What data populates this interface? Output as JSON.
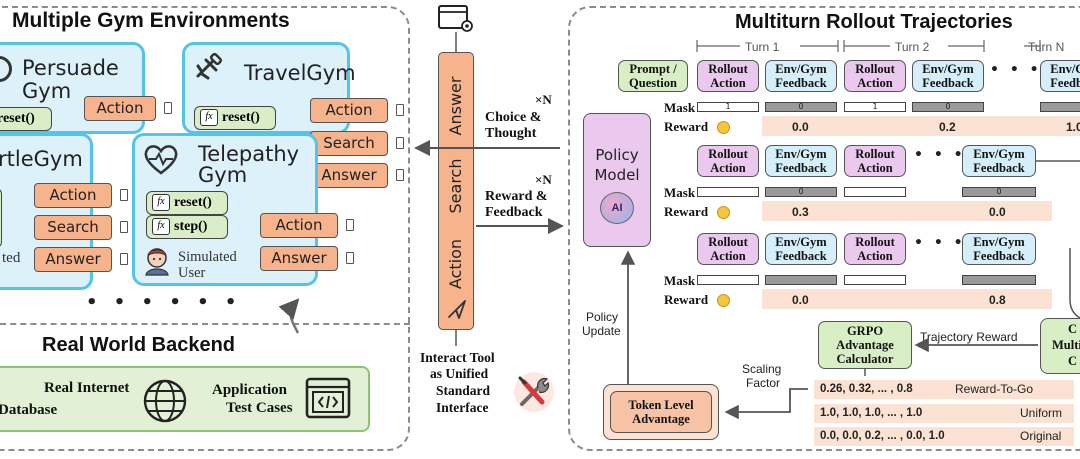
{
  "left": {
    "title": "Multiple Gym Environments",
    "gyms": {
      "persuade": {
        "name_line1": "Persuade",
        "name_line2": "Gym",
        "fn_reset": "reset()",
        "tool_action": "Action"
      },
      "travel": {
        "name": "TravelGym",
        "fn_reset": "reset()",
        "tool_action": "Action",
        "tool_search": "Search",
        "tool_answer": "Answer"
      },
      "turtle": {
        "name": "rtleGym",
        "tool_action": "Action",
        "tool_search": "Search",
        "tool_answer": "Answer",
        "partial_text": "ted"
      },
      "telepathy": {
        "name_line1": "Telepathy",
        "name_line2": "Gym",
        "fn_reset": "reset()",
        "fn_step": "step()",
        "sim_user_line1": "Simulated",
        "sim_user_line2": "User",
        "tool_action": "Action",
        "tool_answer": "Answer"
      }
    },
    "ellipsis": "• • • • • •"
  },
  "backend": {
    "title": "Real World Backend",
    "internet_line1": "Real Internet",
    "internet_line2": "Database",
    "app_line1": "Application",
    "app_line2": "Test Cases"
  },
  "middle": {
    "tool_labels": [
      "Answer",
      "Search",
      "Action"
    ],
    "choice_label_line1": "Choice &",
    "choice_label_line2": "Thought",
    "reward_label_line1": "Reward &",
    "reward_label_line2": "Feedback",
    "times_n": "×N",
    "interact_line1": "Interact Tool",
    "interact_line2": "as Unified",
    "interact_line3": "Standard",
    "interact_line4": "Interface"
  },
  "right": {
    "title": "Multiturn Rollout Trajectories",
    "turns": [
      "Turn 1",
      "Turn 2",
      "Turn N"
    ],
    "prompt_line1": "Prompt /",
    "prompt_line2": "Question",
    "rollout_line1": "Rollout",
    "rollout_line2": "Action",
    "envfb_line1": "Env/Gym",
    "envfb_line2": "Feedback",
    "mask_label": "Mask",
    "reward_label": "Reward",
    "mask_value": "1",
    "mask_zero": "0",
    "rows": [
      {
        "rewards": [
          "0.0",
          "0.2",
          "1.0"
        ]
      },
      {
        "rewards": [
          "0.3",
          "0.0"
        ]
      },
      {
        "rewards": [
          "0.0",
          "0.8"
        ]
      }
    ],
    "policy_line1": "Policy",
    "policy_line2": "Model",
    "policy_badge": "AI",
    "policy_update_line1": "Policy",
    "policy_update_line2": "Update",
    "grpo_line1": "GRPO",
    "grpo_line2": "Advantage",
    "grpo_line3": "Calculator",
    "trajectory_reward": "Trajectory Reward",
    "scaling_line1": "Scaling",
    "scaling_line2": "Factor",
    "token_line1": "Token Level",
    "token_line2": "Advantage",
    "multi_partial": [
      "C",
      "Multi",
      "C"
    ],
    "advantages": [
      {
        "values": "0.26, 0.32, ... , 0.8",
        "name": "Reward-To-Go"
      },
      {
        "values": "1.0, 1.0, 1.0, ... , 1.0",
        "name": "Uniform"
      },
      {
        "values": "0.0, 0.0, 0.2, ... , 0.0, 1.0",
        "name": "Original"
      }
    ],
    "ellipsis": "• • •"
  },
  "colors": {
    "gym_fill": "#ddf1fb",
    "gym_border": "#55c3ea",
    "tool_orange": "#f7b48c",
    "rollout_purple": "#ebc8ee",
    "env_blue": "#d4eefa",
    "green": "#d8efc5",
    "reward_band": "#fbe2d3"
  }
}
